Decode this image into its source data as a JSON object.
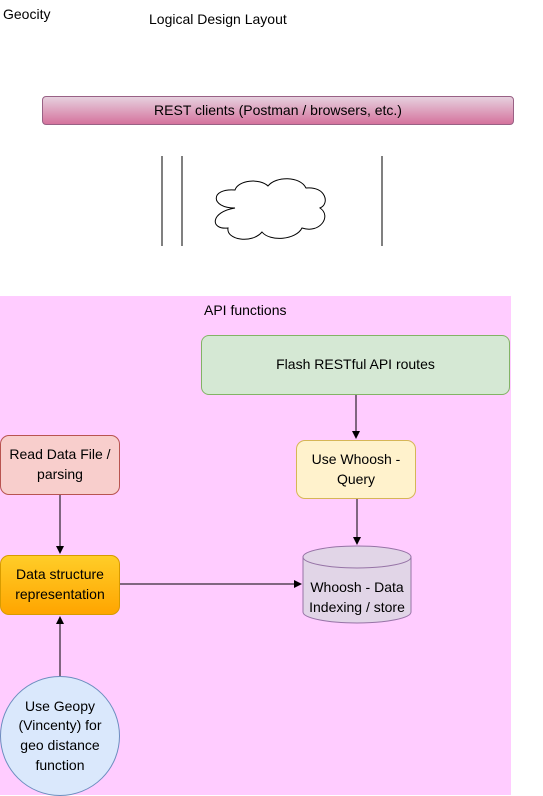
{
  "header": {
    "corner_label": "Geocity",
    "title": "Logical Design Layout"
  },
  "rest_clients": {
    "label": "REST clients (Postman / browsers, etc.)"
  },
  "api_region": {
    "label": "API functions"
  },
  "nodes": {
    "flash_routes": "Flash RESTful API routes",
    "read_data": "Read Data File / parsing",
    "whoosh_query": "Use Whoosh - Query",
    "data_structure": "Data structure representation",
    "whoosh_index": "Whoosh - Data Indexing / store",
    "geopy": "Use Geopy (Vincenty) for geo distance function"
  },
  "colors": {
    "api_region": "#ffccff",
    "rest_bar_top": "#e6d0de",
    "rest_bar_bottom": "#d5739d",
    "flash_fill": "#d5e8d4",
    "read_fill": "#f8cecc",
    "whoosh_query_fill": "#fff2cc",
    "data_structure_top": "#ffcd28",
    "data_structure_bottom": "#ffa500",
    "whoosh_index_fill": "#e1d5e7",
    "geopy_fill": "#dae8fc"
  }
}
